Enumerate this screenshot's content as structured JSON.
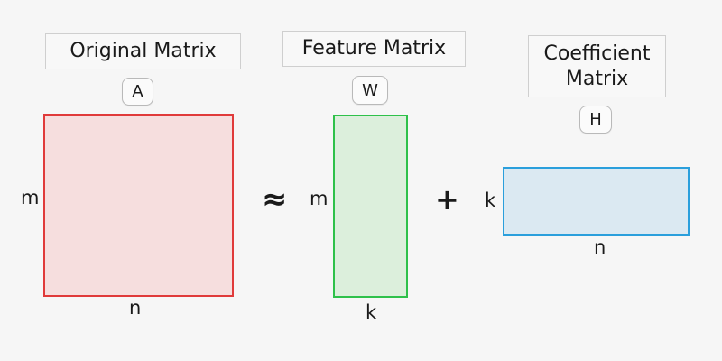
{
  "matrices": [
    {
      "title": "Original Matrix",
      "symbol": "A",
      "rows_label": "m",
      "cols_label": "n",
      "color": "#e03a3a",
      "fill": "#f6dede"
    },
    {
      "title": "Feature Matrix",
      "symbol": "W",
      "rows_label": "m",
      "cols_label": "k",
      "color": "#2ec14a",
      "fill": "#dcefdc"
    },
    {
      "title": "Coefficient\nMatrix",
      "symbol": "H",
      "rows_label": "k",
      "cols_label": "n",
      "color": "#2a9fdc",
      "fill": "#dbe9f2"
    }
  ],
  "operators": {
    "approx": "≈",
    "plus": "+"
  }
}
